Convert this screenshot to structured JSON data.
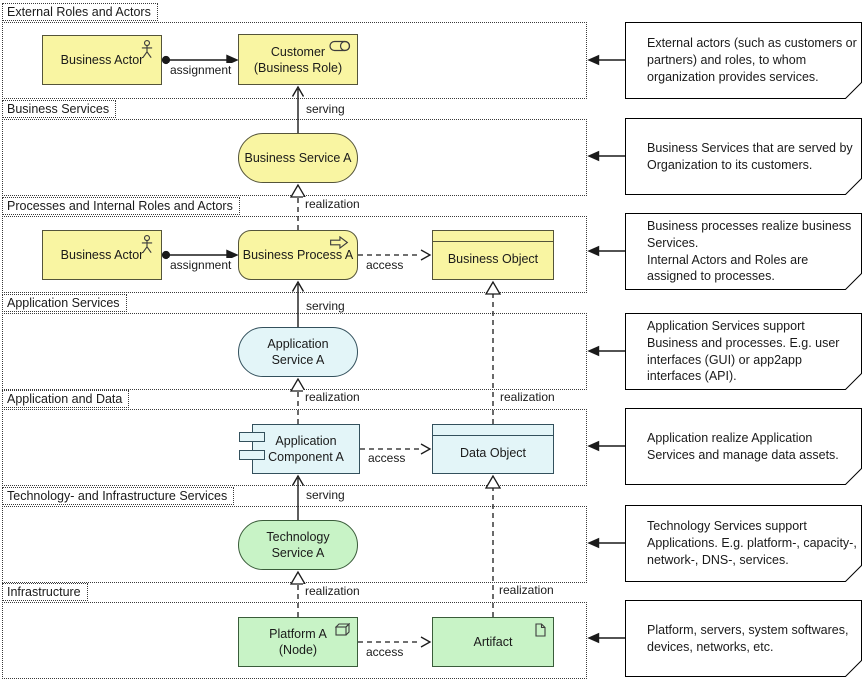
{
  "lanes": [
    {
      "label": "External Roles and Actors"
    },
    {
      "label": "Business Services"
    },
    {
      "label": "Processes and Internal Roles and Actors"
    },
    {
      "label": "Application Services"
    },
    {
      "label": "Application and Data"
    },
    {
      "label": "Technology- and Infrastructure Services"
    },
    {
      "label": "Infrastructure"
    }
  ],
  "elements": [
    {
      "type": "business-actor",
      "label": "Business Actor"
    },
    {
      "type": "business-role",
      "label": "Customer\n(Business Role)"
    },
    {
      "type": "business-service",
      "label": "Business Service A"
    },
    {
      "type": "business-actor",
      "label": "Business Actor"
    },
    {
      "type": "business-process",
      "label": "Business Process A"
    },
    {
      "type": "business-object",
      "label": "Business Object"
    },
    {
      "type": "application-service",
      "label": "Application\nService A"
    },
    {
      "type": "application-component",
      "label": "Application\nComponent A"
    },
    {
      "type": "data-object",
      "label": "Data Object"
    },
    {
      "type": "technology-service",
      "label": "Technology\nService A"
    },
    {
      "type": "node",
      "label": "Platform A\n(Node)"
    },
    {
      "type": "artifact",
      "label": "Artifact"
    }
  ],
  "relation_labels": {
    "assignment": "assignment",
    "serving": "serving",
    "realization": "realization",
    "access": "access"
  },
  "annotations": [
    "External actors (such as customers or partners) and roles, to whom organization provides services.",
    "Business Services that are served by Organization to its customers.",
    "Business processes realize business Services.\nInternal Actors and Roles are assigned to processes.",
    "Application Services support Business and processes. E.g. user interfaces (GUI) or app2app interfaces (API).",
    "Application realize Application Services and manage data assets.",
    "Technology Services support Applications. E.g. platform-, capacity-, network-, DNS-, services.",
    "Platform, servers, system softwares, devices, networks, etc."
  ],
  "colors": {
    "business_fill": "#F9F5A2",
    "application_fill": "#E3F5F8",
    "technology_fill": "#C8F3C6",
    "note_fill": "#FFFFFF",
    "line": "#1a1a1a"
  }
}
